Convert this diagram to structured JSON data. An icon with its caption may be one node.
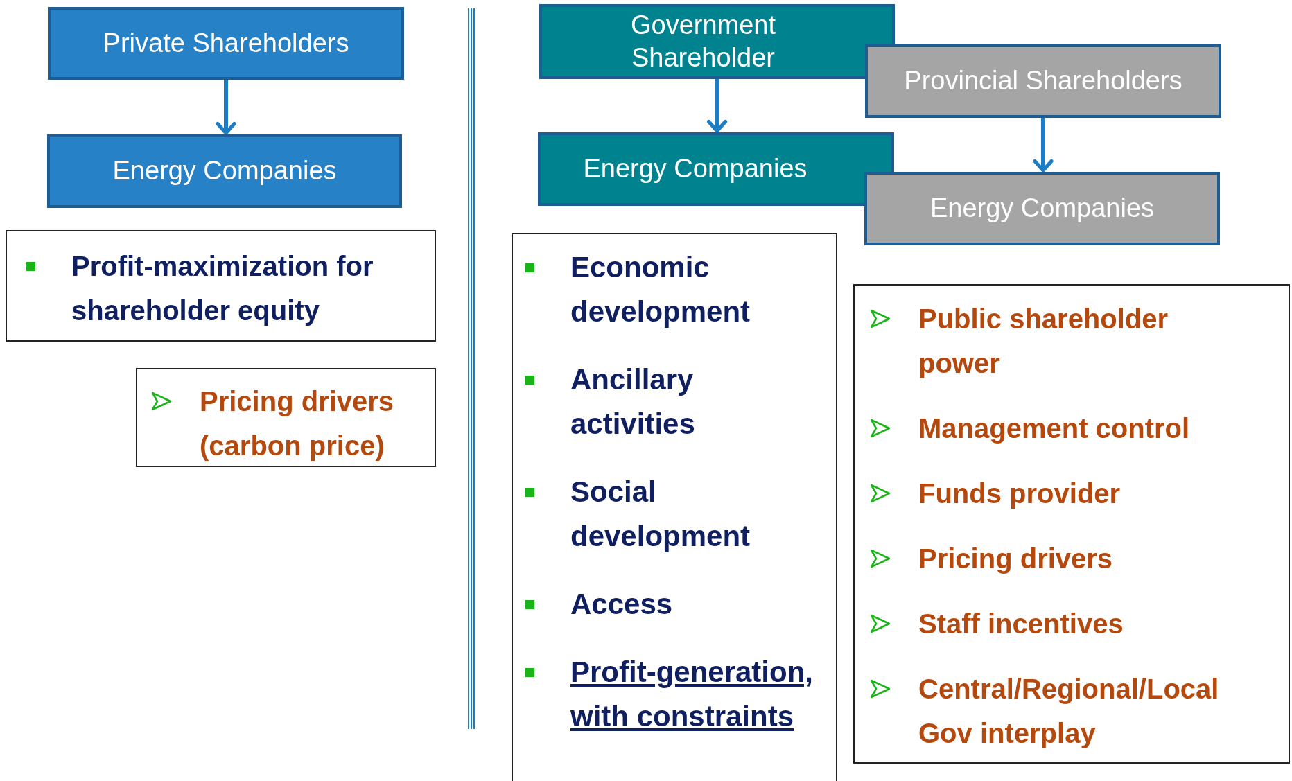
{
  "diagram": {
    "nodes": [
      {
        "text": [
          "Private Shareholders"
        ]
      },
      {
        "text": [
          "Energy Companies"
        ]
      },
      {
        "text": [
          "Profit-maximization for shareholder equity"
        ]
      },
      {
        "text": [
          "Pricing drivers (carbon price)"
        ]
      },
      {
        "text": [
          "Government Shareholder"
        ]
      },
      {
        "text": [
          "Energy Companies"
        ]
      },
      {
        "text": [
          "Provincial Shareholders"
        ]
      },
      {
        "text": [
          "Energy Companies"
        ]
      },
      {
        "text": [
          "Economic development",
          "Ancillary activities",
          "Social development",
          "Access",
          "Profit-generation, with constraints"
        ]
      },
      {
        "text": [
          "Public shareholder power",
          "Management control",
          "Funds provider",
          "Pricing drivers",
          "Staff incentives",
          "Central/Regional/Local Gov interplay"
        ]
      }
    ],
    "edges": [
      {
        "from": 0,
        "to": 1,
        "arrow": "to"
      },
      {
        "from": 4,
        "to": 5,
        "arrow": "to"
      },
      {
        "from": 6,
        "to": 7,
        "arrow": "to"
      }
    ]
  }
}
